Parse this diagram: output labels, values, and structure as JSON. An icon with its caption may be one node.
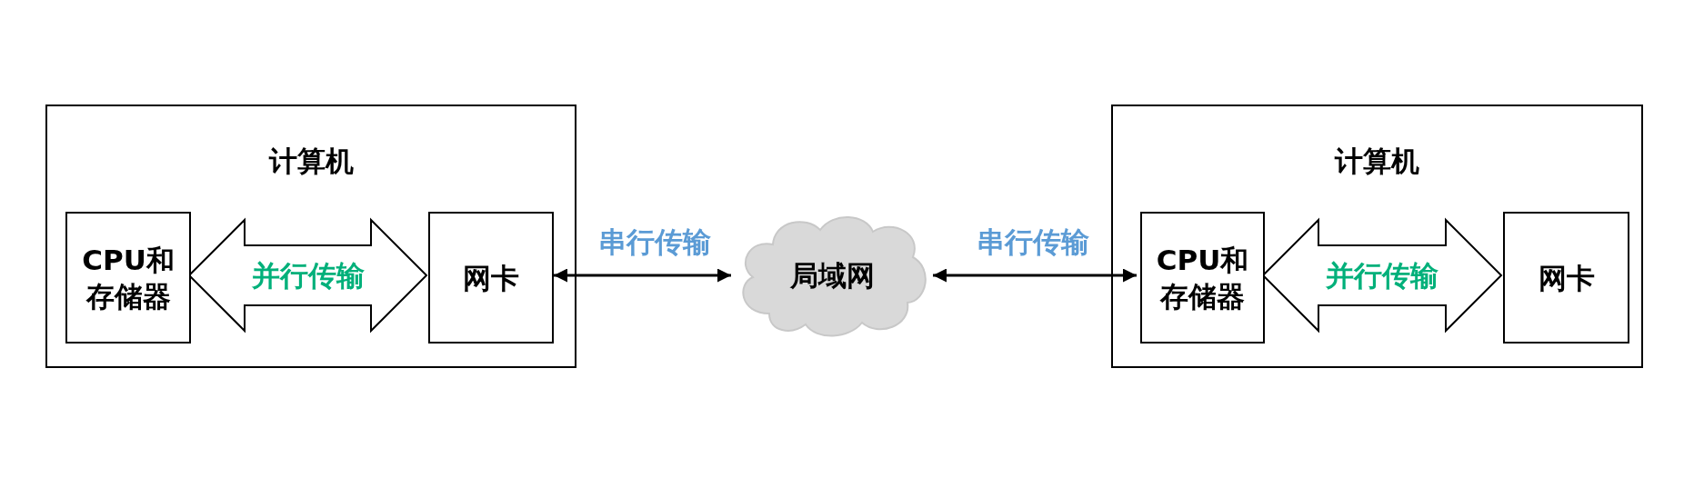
{
  "diagram": {
    "nodes": [
      {
        "text": [
          "计算机"
        ]
      },
      {
        "text": [
          "CPU和存储器"
        ],
        "in": 0
      },
      {
        "text": [
          "网卡"
        ],
        "in": 0
      },
      {
        "text": [
          "局域网"
        ]
      },
      {
        "text": [
          "计算机"
        ]
      },
      {
        "text": [
          "CPU和存储器"
        ],
        "in": 4
      },
      {
        "text": [
          "网卡"
        ],
        "in": 4
      }
    ],
    "edges": [
      {
        "from": 1,
        "to": 2,
        "arrow": "both",
        "label": "并行传输",
        "style": "thick"
      },
      {
        "from": 2,
        "to": 3,
        "arrow": "both",
        "label": "串行传输"
      },
      {
        "from": 3,
        "to": 5,
        "arrow": "both",
        "label": "串行传输"
      },
      {
        "from": 5,
        "to": 6,
        "arrow": "both",
        "label": "并行传输",
        "style": "thick"
      }
    ]
  }
}
